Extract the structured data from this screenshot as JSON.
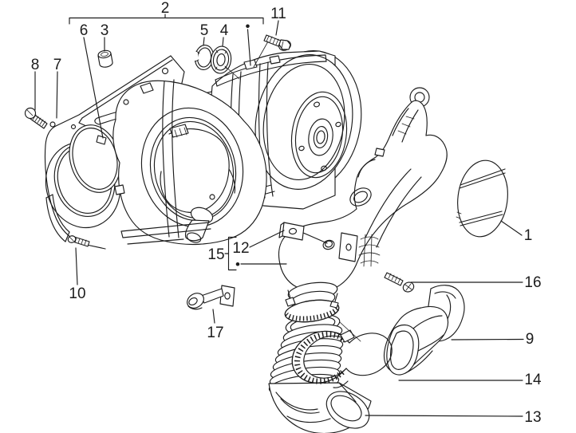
{
  "diagram": {
    "background_color": "#ffffff",
    "line_color": "#1c1c1c",
    "bullet_symbol": "•",
    "callouts": [
      {
        "label": "2"
      },
      {
        "label": "6"
      },
      {
        "label": "3"
      },
      {
        "label": "5"
      },
      {
        "label": "4"
      },
      {
        "label": "11"
      },
      {
        "label": "8"
      },
      {
        "label": "7"
      },
      {
        "label": "10"
      },
      {
        "label": "15"
      },
      {
        "label": "12"
      },
      {
        "label": "17"
      },
      {
        "label": "1"
      },
      {
        "label": "16"
      },
      {
        "label": "9"
      },
      {
        "label": "14"
      },
      {
        "label": "13"
      }
    ],
    "groups": [
      {
        "bracket_label": "2",
        "grouped_callouts": [
          "6",
          "3",
          "5",
          "4",
          "•"
        ]
      },
      {
        "bracket_label": "15",
        "grouped_callouts": [
          "12",
          "•"
        ]
      }
    ]
  }
}
